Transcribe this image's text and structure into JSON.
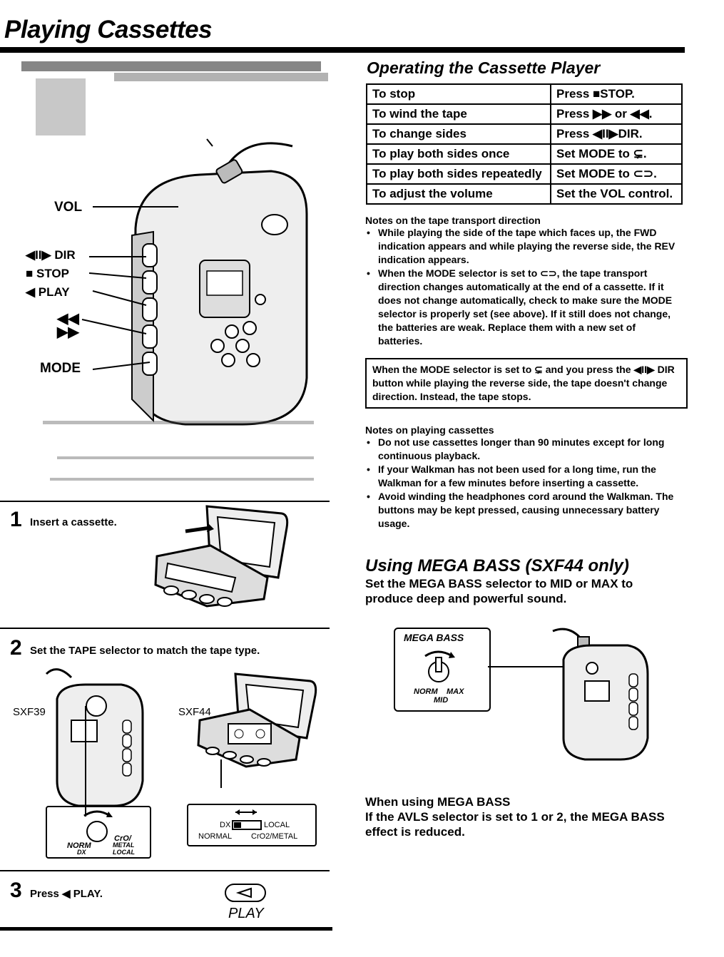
{
  "page_title": "Playing Cassettes",
  "diagram_labels": {
    "vol": "VOL",
    "dir": "◀II▶ DIR",
    "stop": "■ STOP",
    "play": "◀ PLAY",
    "rew": "◀◀",
    "ff": "▶▶",
    "mode": "MODE"
  },
  "steps": [
    {
      "number": "1",
      "text": "Insert a cassette."
    },
    {
      "number": "2",
      "text": "Set the TAPE selector to match the tape type."
    },
    {
      "number": "3",
      "text": "Press ◀ PLAY."
    }
  ],
  "step2_models": {
    "left": "SXF39",
    "right": "SXF44"
  },
  "tape_selector_sxf39": {
    "norm": "NORM",
    "dx": "DX",
    "crov": "CrO/",
    "metal": "METAL",
    "local": "LOCAL"
  },
  "tape_selector_sxf44": {
    "dx": "DX",
    "local": "LOCAL",
    "normal": "NORMAL",
    "cro2metal": "CrO2/METAL"
  },
  "play_caption": "PLAY",
  "operating": {
    "title": "Operating the Cassette Player",
    "rows": [
      {
        "action": "To stop",
        "method": "Press ■STOP."
      },
      {
        "action": "To wind the tape",
        "method": "Press ▶▶ or ◀◀."
      },
      {
        "action": "To change sides",
        "method": "Press ◀II▶DIR."
      },
      {
        "action": "To play both sides once",
        "method": "Set MODE to ⊊."
      },
      {
        "action": "To play both sides repeatedly",
        "method": "Set MODE to ⊂⊃."
      },
      {
        "action": "To adjust the volume",
        "method": "Set the VOL control."
      }
    ]
  },
  "notes_direction": {
    "heading": "Notes on the tape transport direction",
    "items": [
      "While playing the side of the tape which faces up, the FWD indication appears and while playing the reverse side, the REV indication appears.",
      "When the MODE selector is set to ⊂⊃, the tape transport direction changes automatically at the end of a cassette. If it does not change automatically, check to make sure the MODE selector is properly set (see above). If it still does not change, the batteries are weak. Replace them with a new set of batteries."
    ]
  },
  "box_note": "When the MODE selector is set to ⊊ and you press the ◀II▶ DIR button while playing the reverse side, the tape doesn't change direction. Instead, the tape stops.",
  "notes_playing": {
    "heading": "Notes on playing cassettes",
    "items": [
      "Do not use cassettes longer than 90 minutes except for long continuous playback.",
      "If your Walkman has not been used for a long time, run the Walkman for a few minutes before inserting a cassette.",
      "Avoid winding the headphones cord around the Walkman. The buttons may be kept pressed, causing unnecessary battery usage."
    ]
  },
  "mega_bass": {
    "title": "Using MEGA BASS (SXF44 only)",
    "text": "Set the MEGA BASS selector to MID or MAX to produce deep and powerful sound.",
    "diagram_title": "MEGA BASS",
    "norm": "NORM",
    "max": "MAX",
    "mid": "MID",
    "when_heading": "When using MEGA BASS",
    "when_text": "If the AVLS selector is set to 1 or 2, the MEGA BASS effect is reduced."
  }
}
